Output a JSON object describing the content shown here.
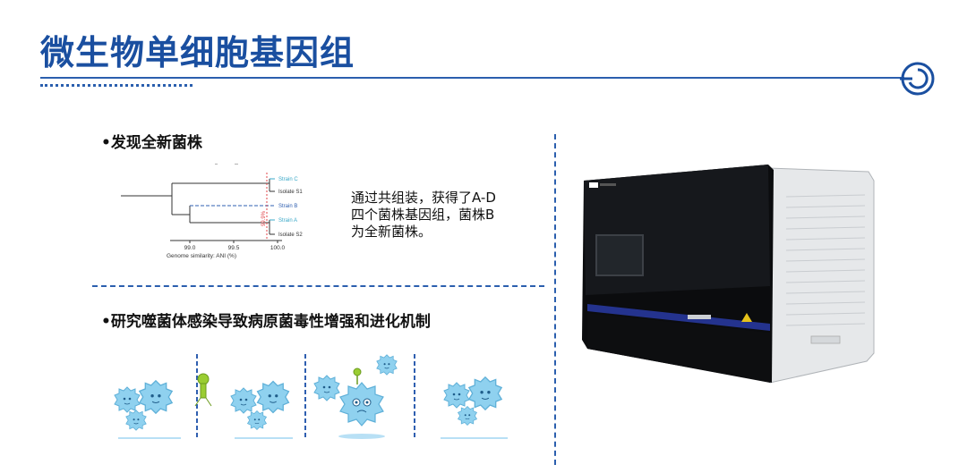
{
  "page": {
    "title": "微生物单细胞基因组"
  },
  "section1": {
    "heading": "•发现全新菌株",
    "description_lines": [
      "通过共组装，获得了A-D",
      "四个菌株基因组，菌株B",
      "为全新菌株。"
    ]
  },
  "tree": {
    "labels": {
      "strain_c": "Strain C",
      "isolate_s1": "Isolate S1",
      "strain_b": "Strain B",
      "strain_a": "Strain A",
      "isolate_s2": "Isolate S2",
      "threshold": "99.9%"
    },
    "ticks": [
      "99.0",
      "99.5",
      "100.0"
    ],
    "xlabel": "Genome similarity: ANI (%)",
    "colors": {
      "teal": "#3aa8c8",
      "blue": "#2f5fb0",
      "red": "#e0444a",
      "dark": "#333333"
    }
  },
  "section2": {
    "heading": "•研究噬菌体感染导致病原菌毒性增强和进化机制"
  },
  "colors": {
    "brand_blue": "#1a4fa0",
    "bacteria_blue": "#7ec8ea",
    "phage_green": "#9acd32"
  }
}
